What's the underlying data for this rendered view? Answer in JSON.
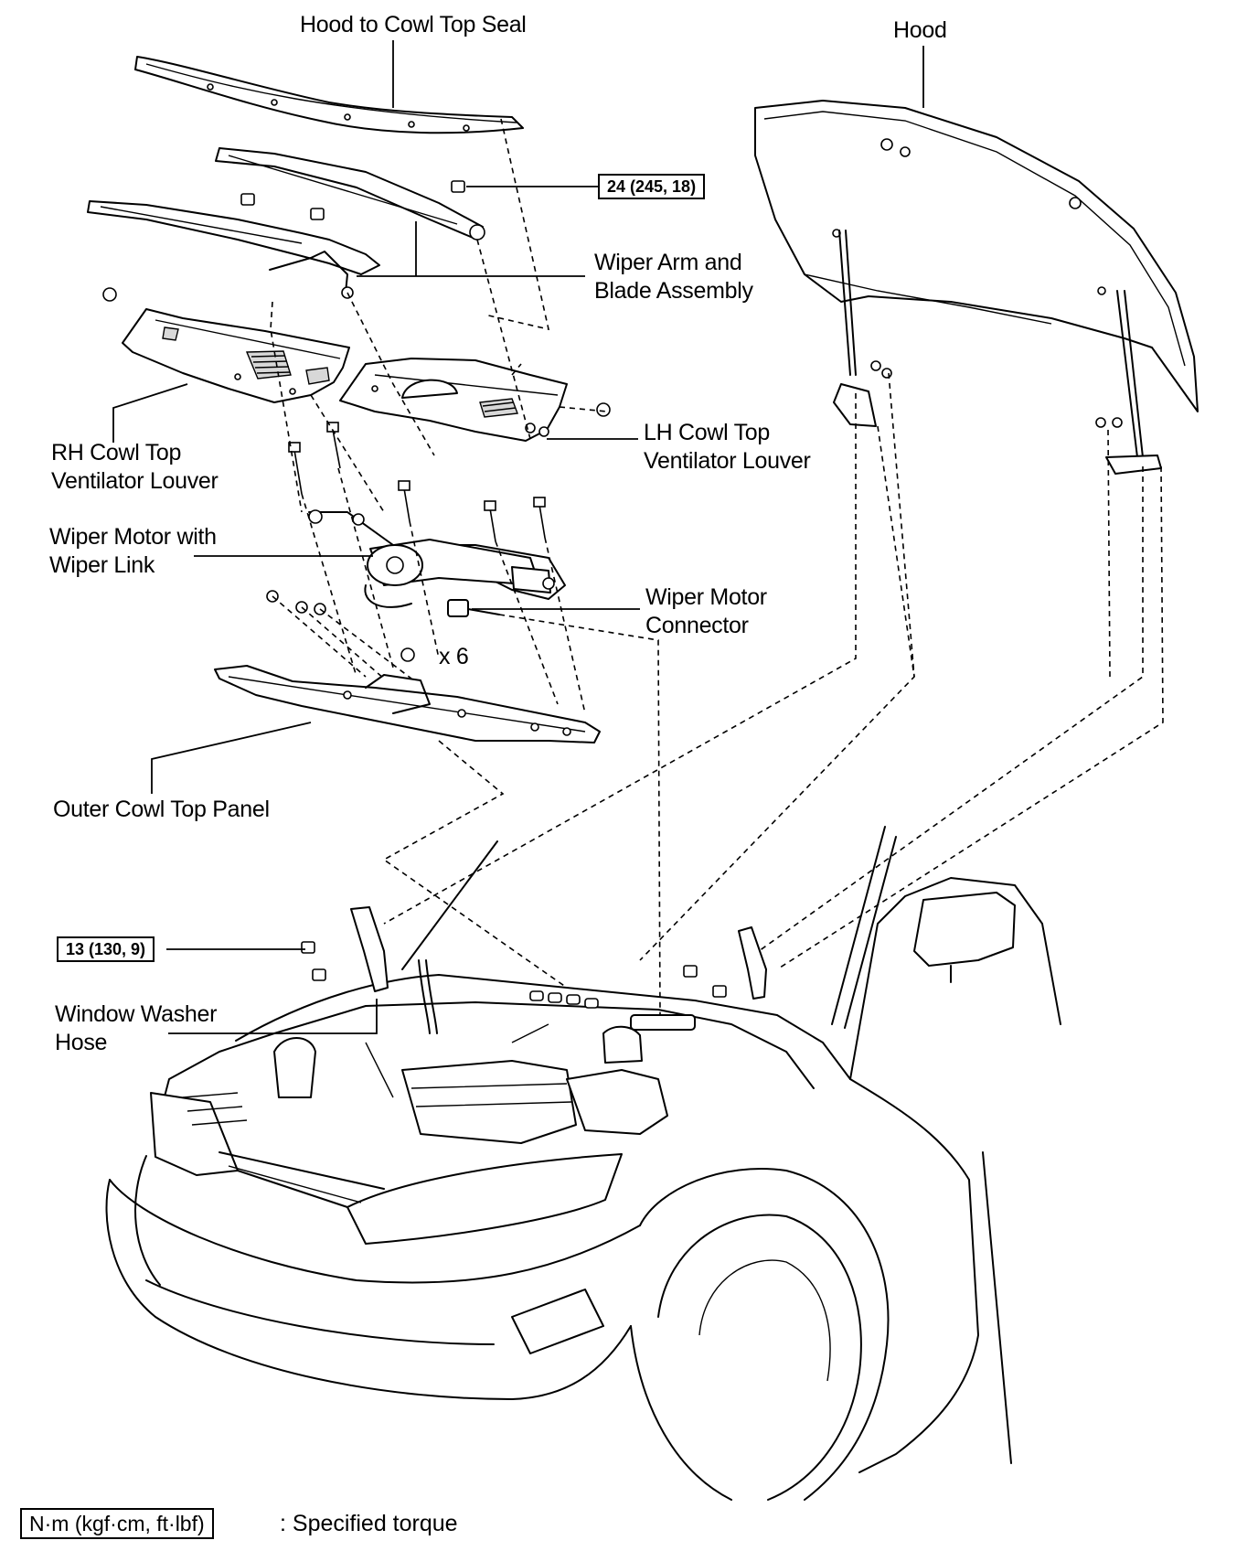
{
  "labels": {
    "hood_to_cowl_top_seal": "Hood to Cowl Top Seal",
    "hood": "Hood",
    "wiper_arm_line1": "Wiper Arm and",
    "wiper_arm_line2": "Blade Assembly",
    "rh_louver_line1": "RH Cowl Top",
    "rh_louver_line2": "Ventilator Louver",
    "lh_louver_line1": "LH Cowl Top",
    "lh_louver_line2": "Ventilator Louver",
    "wiper_motor_line1": "Wiper Motor with",
    "wiper_motor_line2": "Wiper Link",
    "wiper_connector_line1": "Wiper Motor",
    "wiper_connector_line2": "Connector",
    "bolt_count": "x 6",
    "outer_cowl_panel": "Outer Cowl Top Panel",
    "washer_hose_line1": "Window Washer",
    "washer_hose_line2": "Hose"
  },
  "torque_specs": {
    "wiper_arm_nut": "24 (245, 18)",
    "hood_hinge_bolt": "13 (130, 9)"
  },
  "legend": {
    "unit_box": "N·m (kgf·cm, ft·lbf)",
    "description": ": Specified torque"
  }
}
